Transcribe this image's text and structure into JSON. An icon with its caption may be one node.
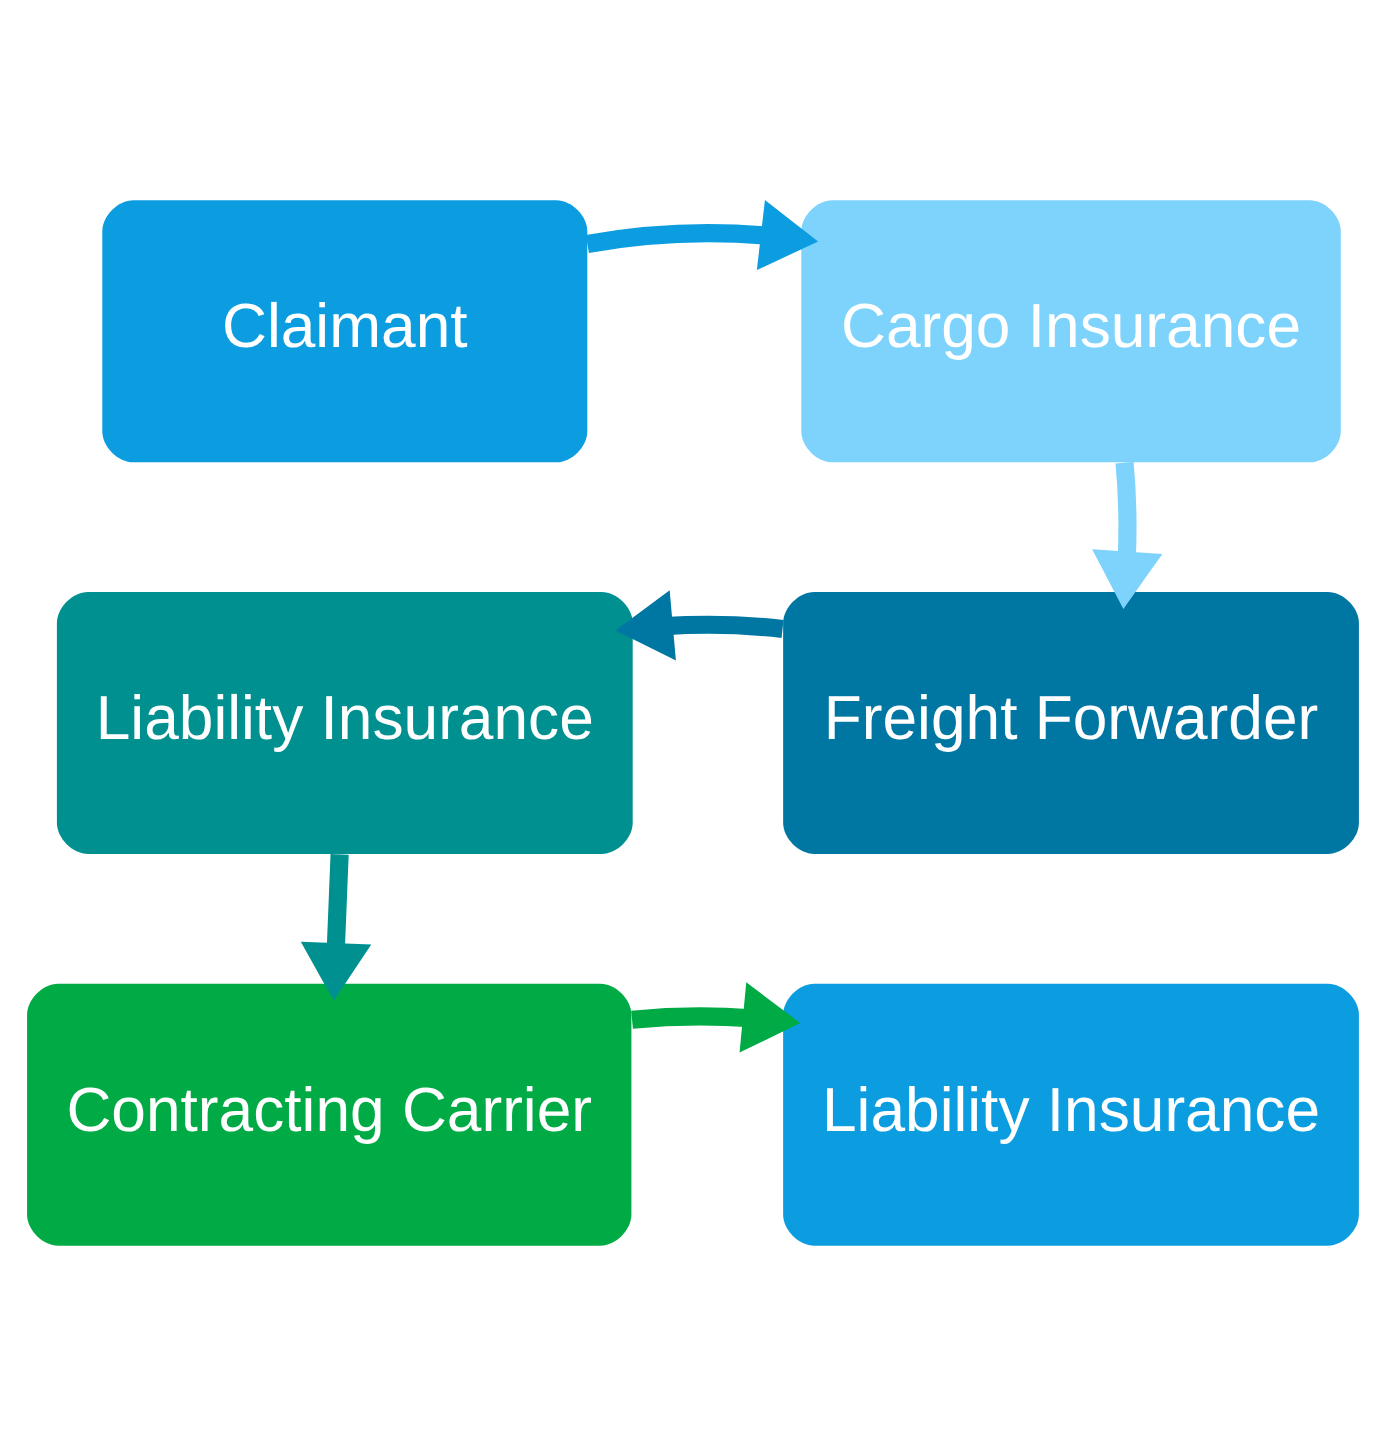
{
  "diagram": {
    "nodes": [
      {
        "text": [
          "Claimant"
        ]
      },
      {
        "text": [
          "Cargo Insurance"
        ]
      },
      {
        "text": [
          "Freight Forwarder"
        ]
      },
      {
        "text": [
          "Liability Insurance"
        ]
      },
      {
        "text": [
          "Contracting Carrier"
        ]
      },
      {
        "text": [
          "Liability Insurance"
        ]
      }
    ],
    "edges": [
      {
        "from": 0,
        "to": 1,
        "arrow": "to",
        "color": "#0b9de0"
      },
      {
        "from": 1,
        "to": 2,
        "arrow": "to",
        "color": "#7dd3fb"
      },
      {
        "from": 2,
        "to": 3,
        "arrow": "to",
        "color": "#0077a3"
      },
      {
        "from": 3,
        "to": 4,
        "arrow": "to",
        "color": "#009090"
      },
      {
        "from": 4,
        "to": 5,
        "arrow": "to",
        "color": "#00aa44"
      }
    ]
  }
}
